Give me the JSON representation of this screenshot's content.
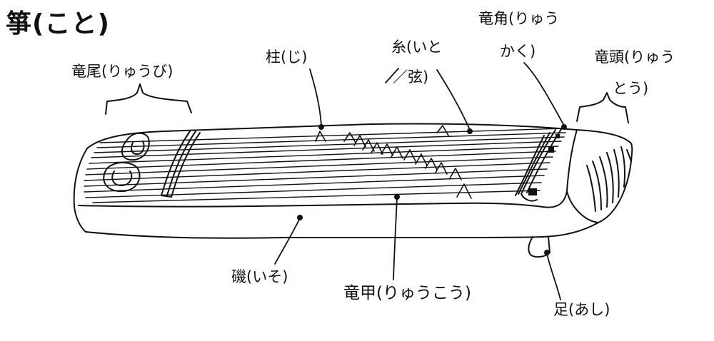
{
  "title": "箏(こと)",
  "labels": {
    "ryubi": "竜尾(りゅうび)",
    "ji": "柱(じ)",
    "ito_line1": "糸(いと",
    "ito_line2": "／弦)",
    "ryukaku_line1": "竜角(りゅう",
    "ryukaku_line2": "かく)",
    "ryuto_line1": "竜頭(りゅう",
    "ryuto_line2": "とう)",
    "iso": "磯(いそ)",
    "ryuko": "竜甲(りゅうこう)",
    "ashi": "足(あし)"
  },
  "colors": {
    "ink": "#111111",
    "background": "#ffffff"
  }
}
